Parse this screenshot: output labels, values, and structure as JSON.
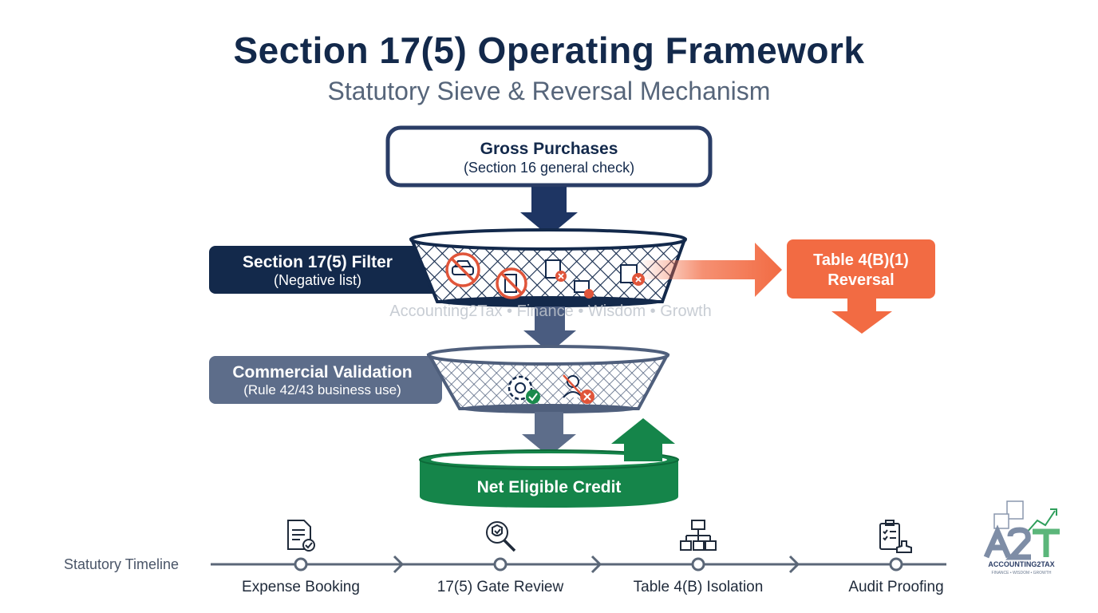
{
  "header": {
    "title": "Section 17(5) Operating Framework",
    "subtitle": "Statutory Sieve & Reversal Mechanism"
  },
  "flow": {
    "gross": {
      "title": "Gross Purchases",
      "subtitle": "(Section 16 general check)"
    },
    "filter": {
      "title": "Section 17(5) Filter",
      "subtitle": "(Negative list)"
    },
    "commercial": {
      "title": "Commercial Validation",
      "subtitle": "(Rule 42/43 business use)"
    },
    "reversal": {
      "title": "Table 4(B)(1)",
      "subtitle": "Reversal"
    },
    "net": {
      "title": "Net Eligible Credit"
    }
  },
  "watermark": "Accounting2Tax • Finance • Wisdom • Growth",
  "timeline": {
    "label": "Statutory Timeline",
    "steps": [
      {
        "label": "Expense Booking",
        "icon": "document-check-icon"
      },
      {
        "label": "17(5) Gate Review",
        "icon": "magnifier-shield-icon"
      },
      {
        "label": "Table 4(B) Isolation",
        "icon": "org-chart-icon"
      },
      {
        "label": "Audit Proofing",
        "icon": "clipboard-stamp-icon"
      }
    ]
  },
  "logo": {
    "mark": "A2T",
    "name": "ACCOUNTING2TAX",
    "tagline": "FINANCE • WISDOM • GROWTH"
  },
  "colors": {
    "navy": "#13294b",
    "slate": "#5d6d8a",
    "orange": "#f26b43",
    "green": "#15854a"
  }
}
